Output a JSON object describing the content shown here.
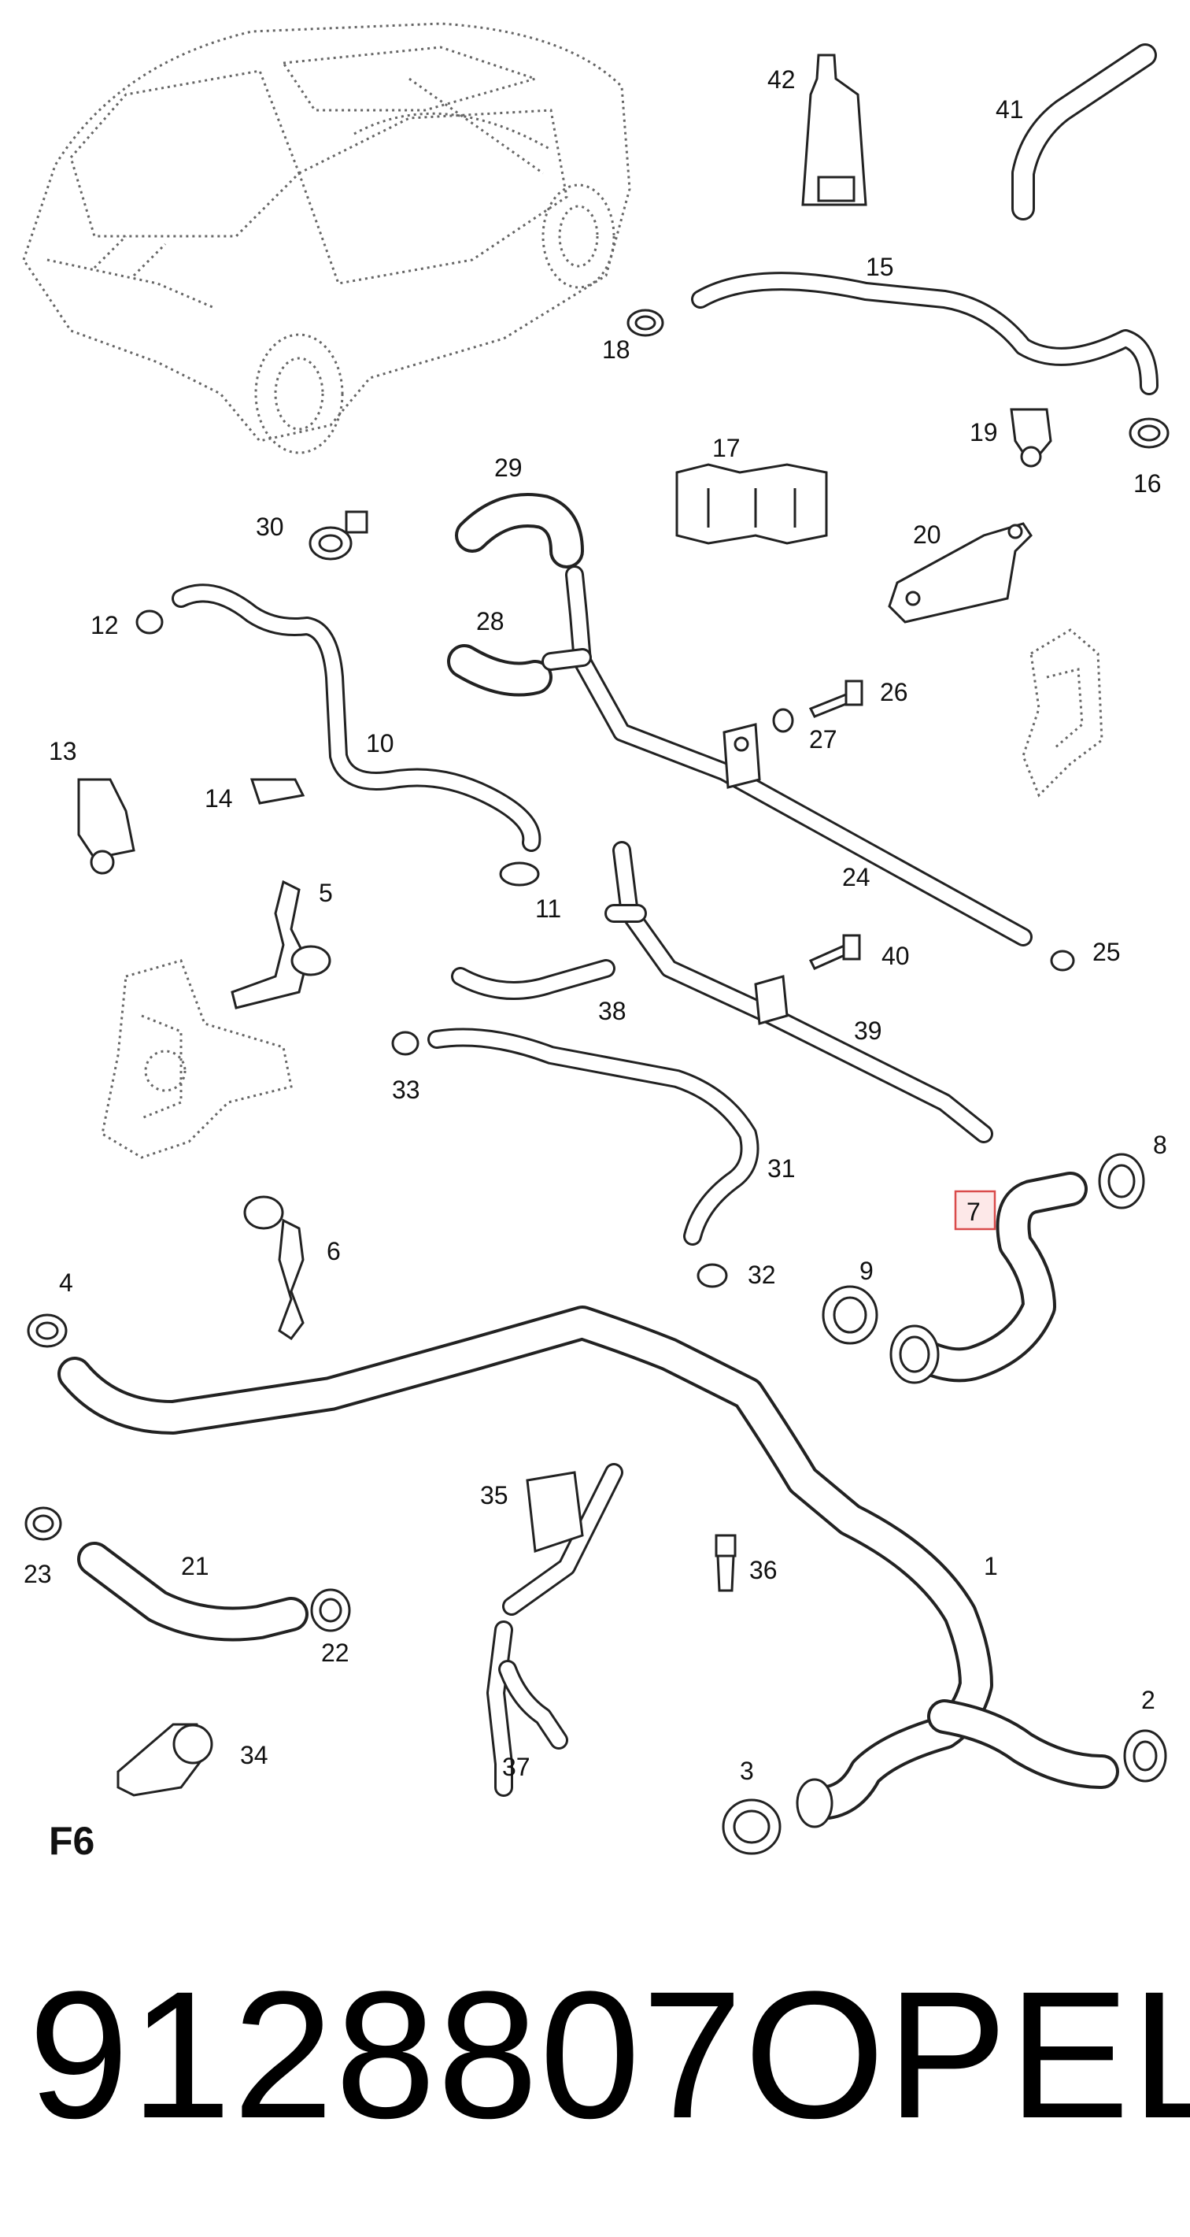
{
  "diagram": {
    "page_label": "F6",
    "highlighted_callout": "7",
    "callouts": [
      "1",
      "2",
      "3",
      "4",
      "5",
      "6",
      "7",
      "8",
      "9",
      "10",
      "11",
      "12",
      "13",
      "14",
      "15",
      "16",
      "17",
      "18",
      "19",
      "20",
      "21",
      "22",
      "23",
      "24",
      "25",
      "26",
      "27",
      "28",
      "29",
      "30",
      "31",
      "32",
      "33",
      "34",
      "35",
      "36",
      "37",
      "38",
      "39",
      "40",
      "41",
      "42"
    ]
  },
  "caption": {
    "part_number": "9128807",
    "brand": "OPEL"
  },
  "colors": {
    "highlight_stroke": "#d94b4b",
    "highlight_fill": "#fde8e8",
    "line": "#222222"
  }
}
